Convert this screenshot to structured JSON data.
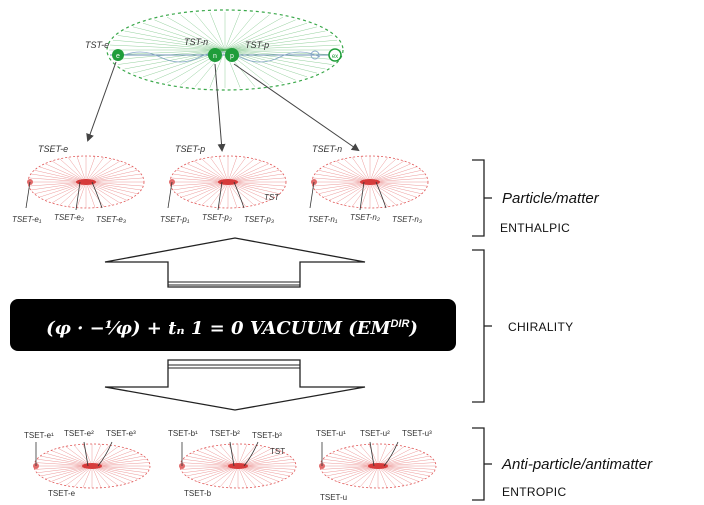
{
  "top_cluster": {
    "labels": [
      "TST-e",
      "TST-n",
      "TST-p"
    ],
    "node_letters": [
      "e",
      "n",
      "p"
    ],
    "extra_node": "ex"
  },
  "particle_row": {
    "titles": [
      "TSET-e",
      "TSET-p",
      "TSET-n"
    ],
    "sublabels": [
      [
        "TSET-e₁",
        "TSET-e₂",
        "TSET-e₃"
      ],
      [
        "TSET-p₁",
        "TSET-p₂",
        "TSET-p₃"
      ],
      [
        "TSET-n₁",
        "TSET-n₂",
        "TSET-n₃"
      ]
    ],
    "extra_label": "TST"
  },
  "antiparticle_row": {
    "top_labels": [
      [
        "TSET-e¹",
        "TSET-e²",
        "TSET-e³"
      ],
      [
        "TSET-b¹",
        "TSET-b²",
        "TSET-b³"
      ],
      [
        "TSET-u¹",
        "TSET-u²",
        "TSET-u³"
      ]
    ],
    "bottom_labels": [
      "TSET-e",
      "TSET-b",
      "TSET-u"
    ],
    "extra_label": "TST"
  },
  "equation": {
    "text": "(φ · −¹⁄φ) + tₙ 1 = 0 VACUUM (EM",
    "superscript": "DIR",
    "close": ")"
  },
  "side_labels": {
    "matter": "Particle/matter",
    "enthalpic": "ENTHALPIC",
    "chirality": "CHIRALITY",
    "antimatter": "Anti-particle/antimatter",
    "entropic": "ENTROPIC"
  },
  "colors": {
    "green_network": "#3aa84a",
    "green_node": "#1f9d3a",
    "red_network": "#e05555",
    "equation_bg": "#000000"
  }
}
